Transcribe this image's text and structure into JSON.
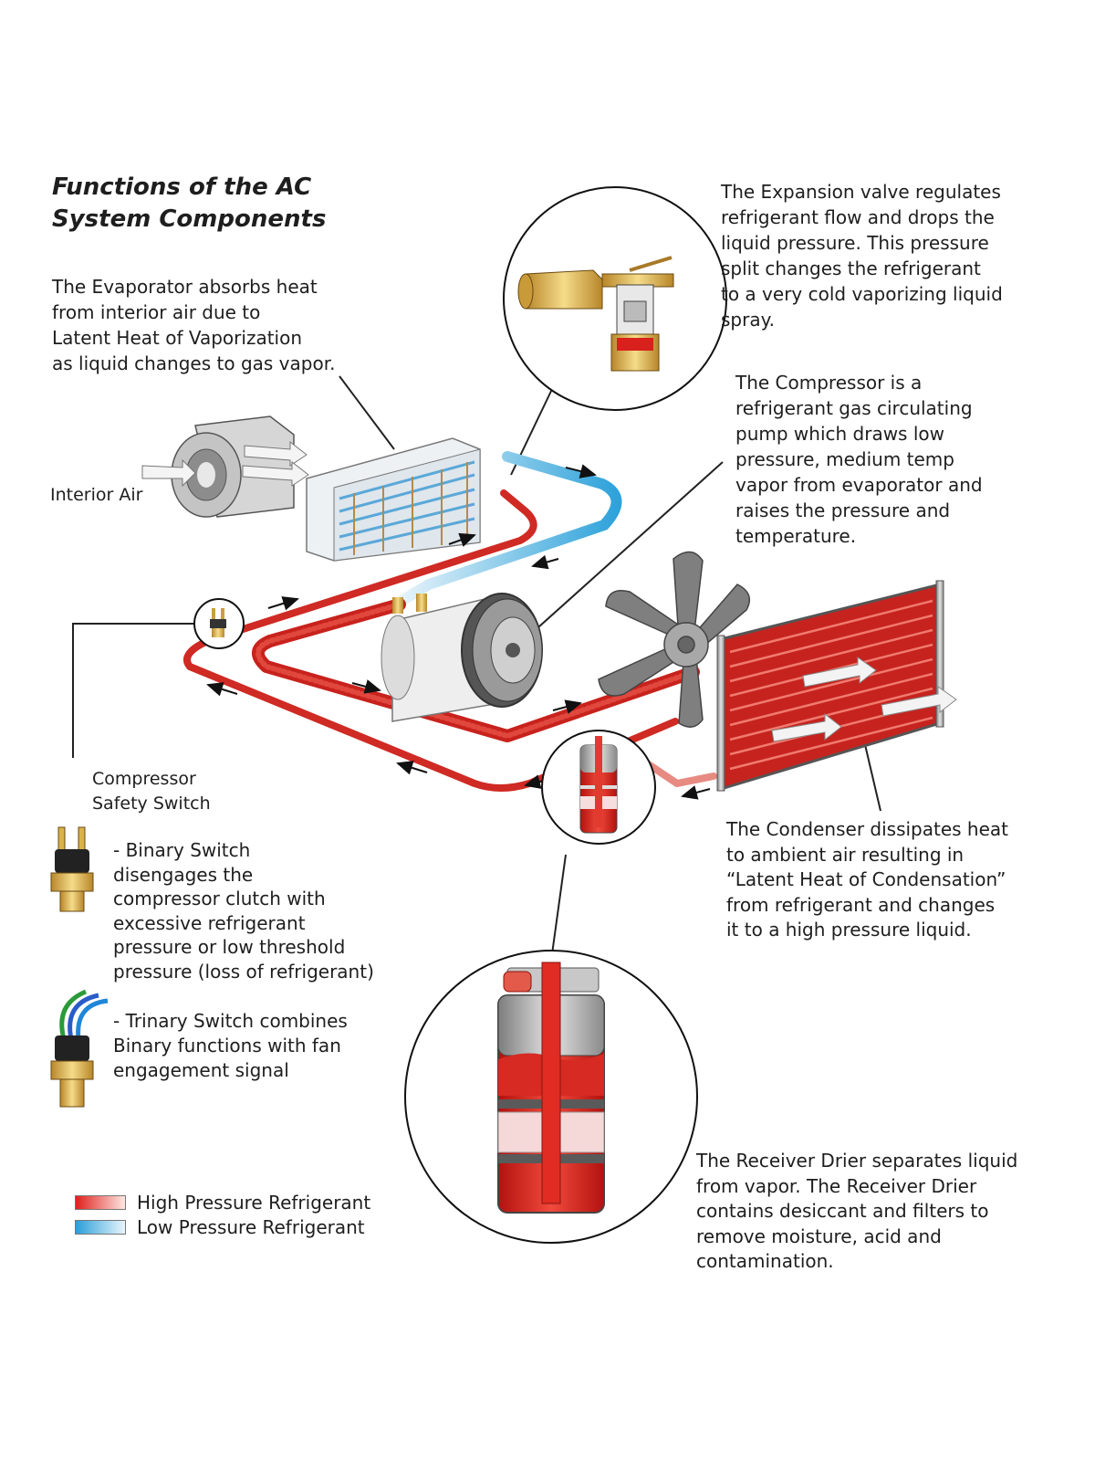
{
  "title": "Functions of the AC\nSystem Components",
  "texts": {
    "expansion_valve": "The Expansion valve regulates\nrefrigerant flow and drops the\nliquid pressure. This pressure\nsplit changes the refrigerant\nto a very cold vaporizing liquid\nspray.",
    "evaporator": "The Evaporator absorbs heat\nfrom interior air due to\nLatent Heat of Vaporization\nas liquid changes to gas vapor.",
    "compressor": "The Compressor is a\nrefrigerant gas circulating\npump which draws low\npressure, medium temp\nvapor from evaporator and\nraises the pressure and\ntemperature.",
    "interior_air": "Interior Air",
    "safety_switch": "Compressor\nSafety Switch",
    "binary_switch": "- Binary Switch\n   disengages  the\n   compressor clutch with\n   excessive refrigerant\n   pressure or low threshold\n   pressure (loss of refrigerant)",
    "trinary_switch": "- Trinary Switch combines\n   Binary functions with fan\n   engagement signal",
    "condenser": "The Condenser dissipates heat\nto ambient air resulting in\n“Latent Heat of Condensation”\nfrom refrigerant and changes\nit to a high pressure liquid.",
    "receiver_drier": "The Receiver Drier separates liquid\nfrom vapor. The Receiver Drier\ncontains desiccant and filters to\nremove moisture, acid and\ncontamination."
  },
  "legend": [
    {
      "label": "High Pressure Refrigerant",
      "color": "#e0201c"
    },
    {
      "label": "Low Pressure Refrigerant",
      "color": "#2a9fd8"
    }
  ],
  "colors": {
    "high_pressure": "#d8201c",
    "low_pressure": "#36a6dc",
    "brass": "#d9b24a",
    "metal": "#b8b8b8"
  }
}
